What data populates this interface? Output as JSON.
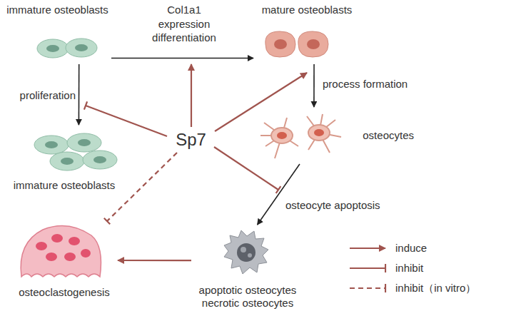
{
  "diagram": {
    "nodes": [
      {
        "text": [
          "immature osteoblasts"
        ]
      },
      {
        "text": [
          "mature osteoblasts"
        ]
      },
      {
        "text": [
          "immature osteoblasts"
        ]
      },
      {
        "text": [
          "Sp7"
        ]
      },
      {
        "text": [
          "osteocytes"
        ]
      },
      {
        "text": [
          "apoptotic osteocytes necrotic osteocytes"
        ]
      },
      {
        "text": [
          "osteoclastogenesis"
        ]
      }
    ],
    "edges": [
      {
        "from": 0,
        "to": 1,
        "arrow": "to",
        "label": "Col1a1 expression differentiation"
      },
      {
        "from": 0,
        "to": 2,
        "arrow": "to",
        "label": "proliferation"
      },
      {
        "from": 1,
        "to": 4,
        "arrow": "to",
        "label": "process formation"
      },
      {
        "from": 4,
        "to": 5,
        "arrow": "to",
        "label": "osteocyte apoptosis"
      },
      {
        "from": 3,
        "to": 6,
        "arrow": "to"
      },
      {
        "from": 5,
        "to": 6,
        "arrow": "to"
      }
    ],
    "legend": [
      {
        "text": "induce"
      },
      {
        "text": "inhibit"
      },
      {
        "text": "inhibit（in vitro）"
      }
    ]
  }
}
